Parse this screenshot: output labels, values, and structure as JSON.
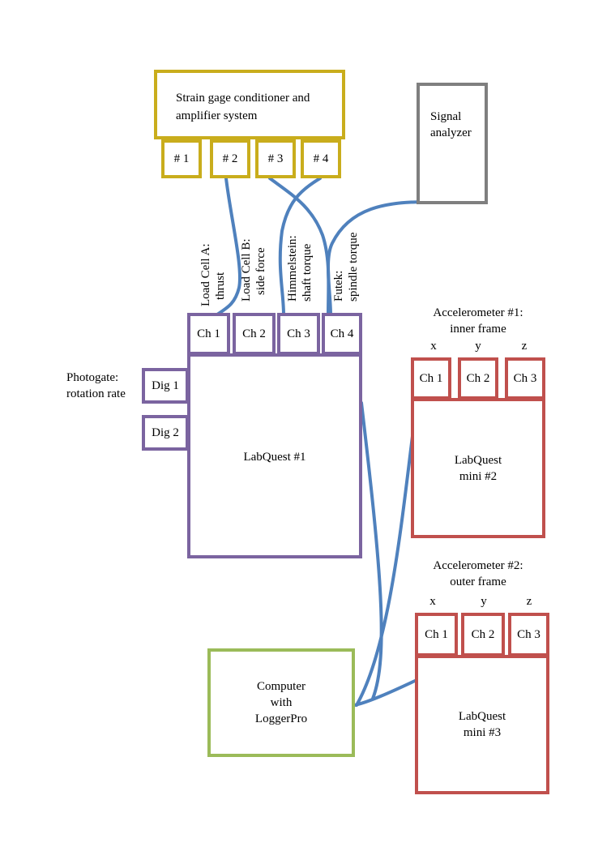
{
  "strain": {
    "title": "Strain gage conditioner and amplifier system",
    "ports": [
      "# 1",
      "# 2",
      "# 3",
      "# 4"
    ]
  },
  "analyzer": {
    "label": "Signal analyzer"
  },
  "sensors": [
    {
      "l1": "Load Cell A:",
      "l2": "thrust"
    },
    {
      "l1": "Load Cell B:",
      "l2": "side force"
    },
    {
      "l1": "Himmelstein:",
      "l2": "shaft torque"
    },
    {
      "l1": "Futek:",
      "l2": "spindle torque"
    }
  ],
  "lq1": {
    "label": "LabQuest #1",
    "channels": [
      "Ch 1",
      "Ch 2",
      "Ch 3",
      "Ch 4"
    ],
    "dig": [
      "Dig 1",
      "Dig 2"
    ]
  },
  "photogate": {
    "l1": "Photogate:",
    "l2": "rotation rate"
  },
  "acc1": {
    "l1": "Accelerometer #1:",
    "l2": "inner frame",
    "axes": [
      "x",
      "y",
      "z"
    ],
    "channels": [
      "Ch 1",
      "Ch 2",
      "Ch 3"
    ],
    "l3": "LabQuest",
    "l4": "mini #2"
  },
  "acc2": {
    "l1": "Accelerometer #2:",
    "l2": "outer frame",
    "axes": [
      "x",
      "y",
      "z"
    ],
    "channels": [
      "Ch 1",
      "Ch 2",
      "Ch 3"
    ],
    "l3": "LabQuest",
    "l4": "mini #3"
  },
  "computer": {
    "l1": "Computer",
    "l2": "with",
    "l3": "LoggerPro"
  }
}
